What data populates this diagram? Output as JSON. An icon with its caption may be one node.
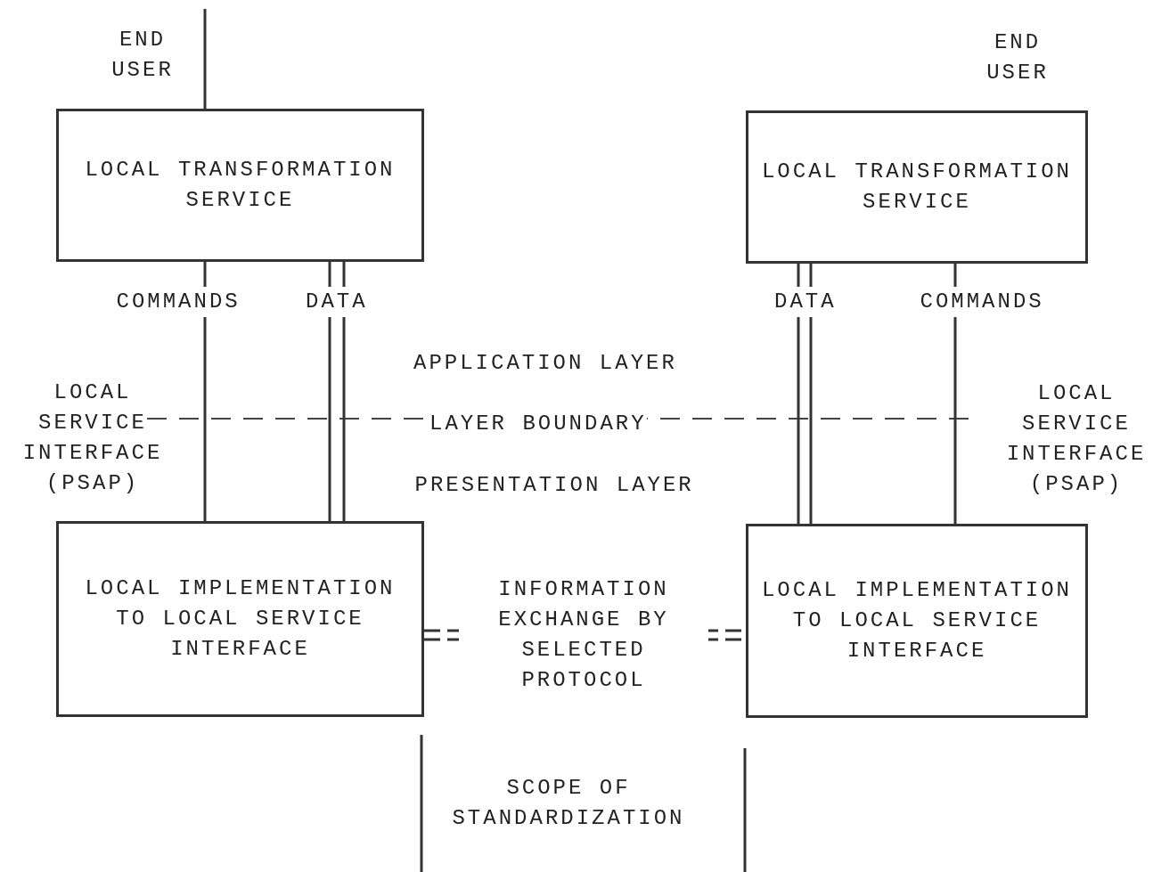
{
  "diagram": {
    "nodes": [
      {
        "text": [
          "LOCAL TRANSFORMATION SERVICE"
        ]
      },
      {
        "text": [
          "LOCAL IMPLEMENTATION TO LOCAL SERVICE INTERFACE"
        ]
      },
      {
        "text": [
          "LOCAL TRANSFORMATION SERVICE"
        ]
      },
      {
        "text": [
          "LOCAL IMPLEMENTATION TO LOCAL SERVICE INTERFACE"
        ]
      }
    ],
    "edges": [
      {
        "from": 0,
        "to": null,
        "arrow": "none"
      },
      {
        "from": 0,
        "to": 1,
        "arrow": "none",
        "label": "COMMANDS"
      },
      {
        "from": 0,
        "to": 1,
        "arrow": "none",
        "label": "DATA"
      },
      {
        "from": 0,
        "to": 1,
        "arrow": "none"
      },
      {
        "from": 2,
        "to": 3,
        "arrow": "none",
        "label": "DATA"
      },
      {
        "from": 2,
        "to": 3,
        "arrow": "none"
      },
      {
        "from": 2,
        "to": 3,
        "arrow": "none",
        "label": "COMMANDS"
      },
      {
        "from": 1,
        "to": 3,
        "arrow": "none",
        "label": "INFORMATION EXCHANGE BY SELECTED PROTOCOL",
        "style": "dashed"
      }
    ],
    "labels": [
      "END USER",
      "END USER",
      "APPLICATION LAYER",
      "LOCAL SERVICE INTERFACE (PSAP)",
      "LAYER BOUNDARY",
      "LOCAL SERVICE INTERFACE (PSAP)",
      "PRESENTATION LAYER",
      "SCOPE OF STANDARDIZATION"
    ]
  }
}
